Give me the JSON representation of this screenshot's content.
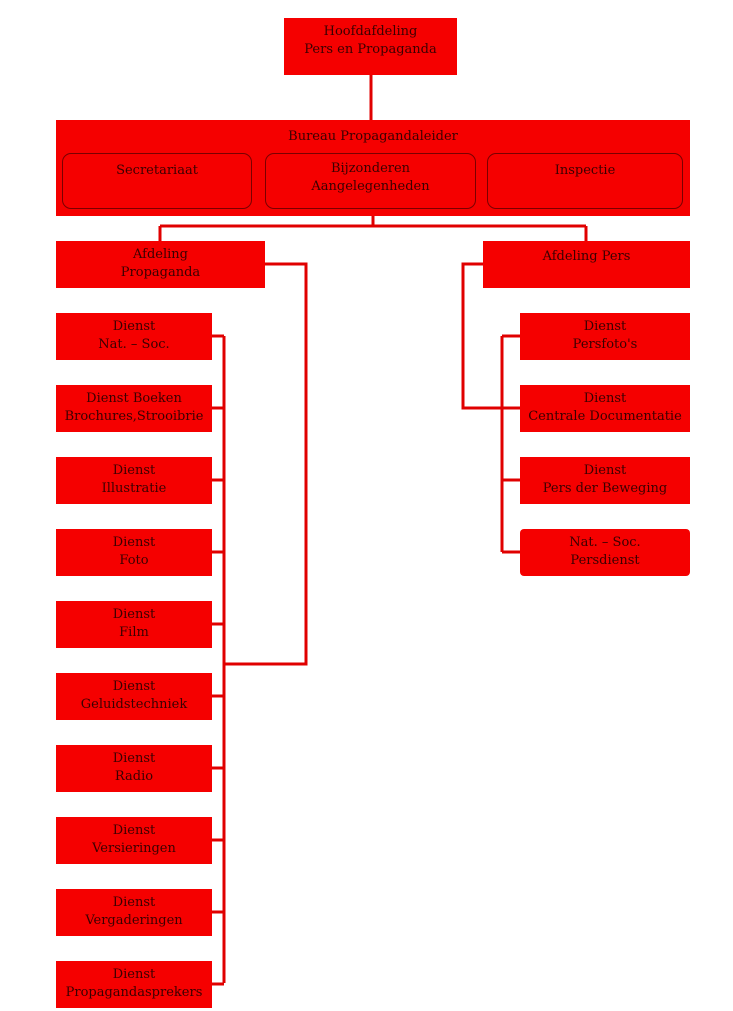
{
  "colors": {
    "box": "#f50000",
    "line": "#e00000",
    "text": "#3a0000"
  },
  "top": {
    "line1": "Hoofdafdeling",
    "line2": "Pers en Propaganda"
  },
  "bureau": {
    "title": "Bureau Propagandaleider",
    "units": [
      {
        "text": "Secretariaat"
      },
      {
        "text": "Bijzonderen\nAangelegenheden"
      },
      {
        "text": "Inspectie"
      }
    ]
  },
  "left_department": {
    "text": "Afdeling\nPropaganda"
  },
  "right_department": {
    "text": "Afdeling Pers"
  },
  "left_services": [
    {
      "text": "Dienst\nNat. – Soc."
    },
    {
      "text": "Dienst   Boeken\nBrochures,Strooibrie"
    },
    {
      "text": "Dienst\nIllustratie"
    },
    {
      "text": "Dienst\nFoto"
    },
    {
      "text": "Dienst\nFilm"
    },
    {
      "text": "Dienst\nGeluidstechniek"
    },
    {
      "text": "Dienst\nRadio"
    },
    {
      "text": "Dienst\nVersieringen"
    },
    {
      "text": "Dienst\nVergaderingen"
    },
    {
      "text": "Dienst\nPropagandasprekers"
    }
  ],
  "right_services": [
    {
      "text": "Dienst\nPersfoto's"
    },
    {
      "text": "Dienst\nCentrale Documentatie"
    },
    {
      "text": "Dienst\nPers der Beweging"
    },
    {
      "text": "Nat. – Soc.\nPersdienst"
    }
  ]
}
